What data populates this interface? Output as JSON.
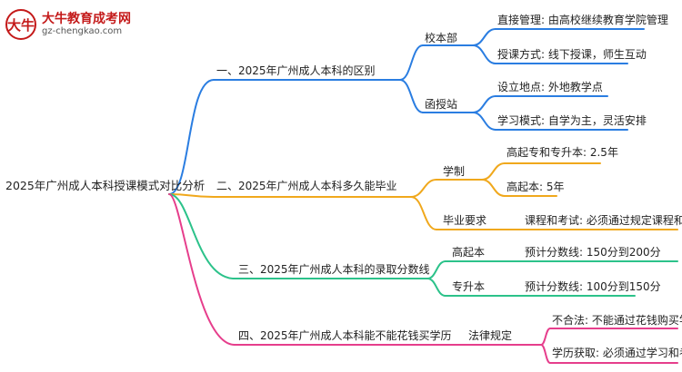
{
  "logo": {
    "icon_name": "ox-logo-icon",
    "badge_text": "大牛",
    "name": "大牛教育成考网",
    "url": "gz-chengkao.com"
  },
  "mindmap": {
    "root": "2025年广州成人本科授课模式对比分析",
    "branches": [
      {
        "label": "一、2025年广州成人本科的区别",
        "color": "#2a7de1",
        "children": [
          {
            "label": "校本部",
            "children": [
              "直接管理: 由高校继续教育学院管理",
              "授课方式: 线下授课，师生互动"
            ]
          },
          {
            "label": "函授站",
            "children": [
              "设立地点: 外地教学点",
              "学习模式: 自学为主，灵活安排"
            ]
          }
        ]
      },
      {
        "label": "二、2025年广州成人本科多久能毕业",
        "color": "#f0a81c",
        "children": [
          {
            "label": "学制",
            "children": [
              "高起专和专升本: 2.5年",
              "高起本: 5年"
            ]
          },
          {
            "label": "毕业要求",
            "children": [
              "课程和考试: 必须通过规定课程和考试"
            ]
          }
        ]
      },
      {
        "label": "三、2025年广州成人本科的录取分数线",
        "color": "#2cc28a",
        "children": [
          {
            "label": "高起本",
            "children": [
              "预计分数线: 150分到200分"
            ]
          },
          {
            "label": "专升本",
            "children": [
              "预计分数线: 100分到150分"
            ]
          }
        ]
      },
      {
        "label": "四、2025年广州成人本科能不能花钱买学历",
        "color": "#e63e8c",
        "children": [
          {
            "label": "法律规定",
            "children": [
              "不合法: 不能通过花钱购买学历",
              "学历获取: 必须通过学习和考试"
            ]
          }
        ]
      }
    ]
  }
}
